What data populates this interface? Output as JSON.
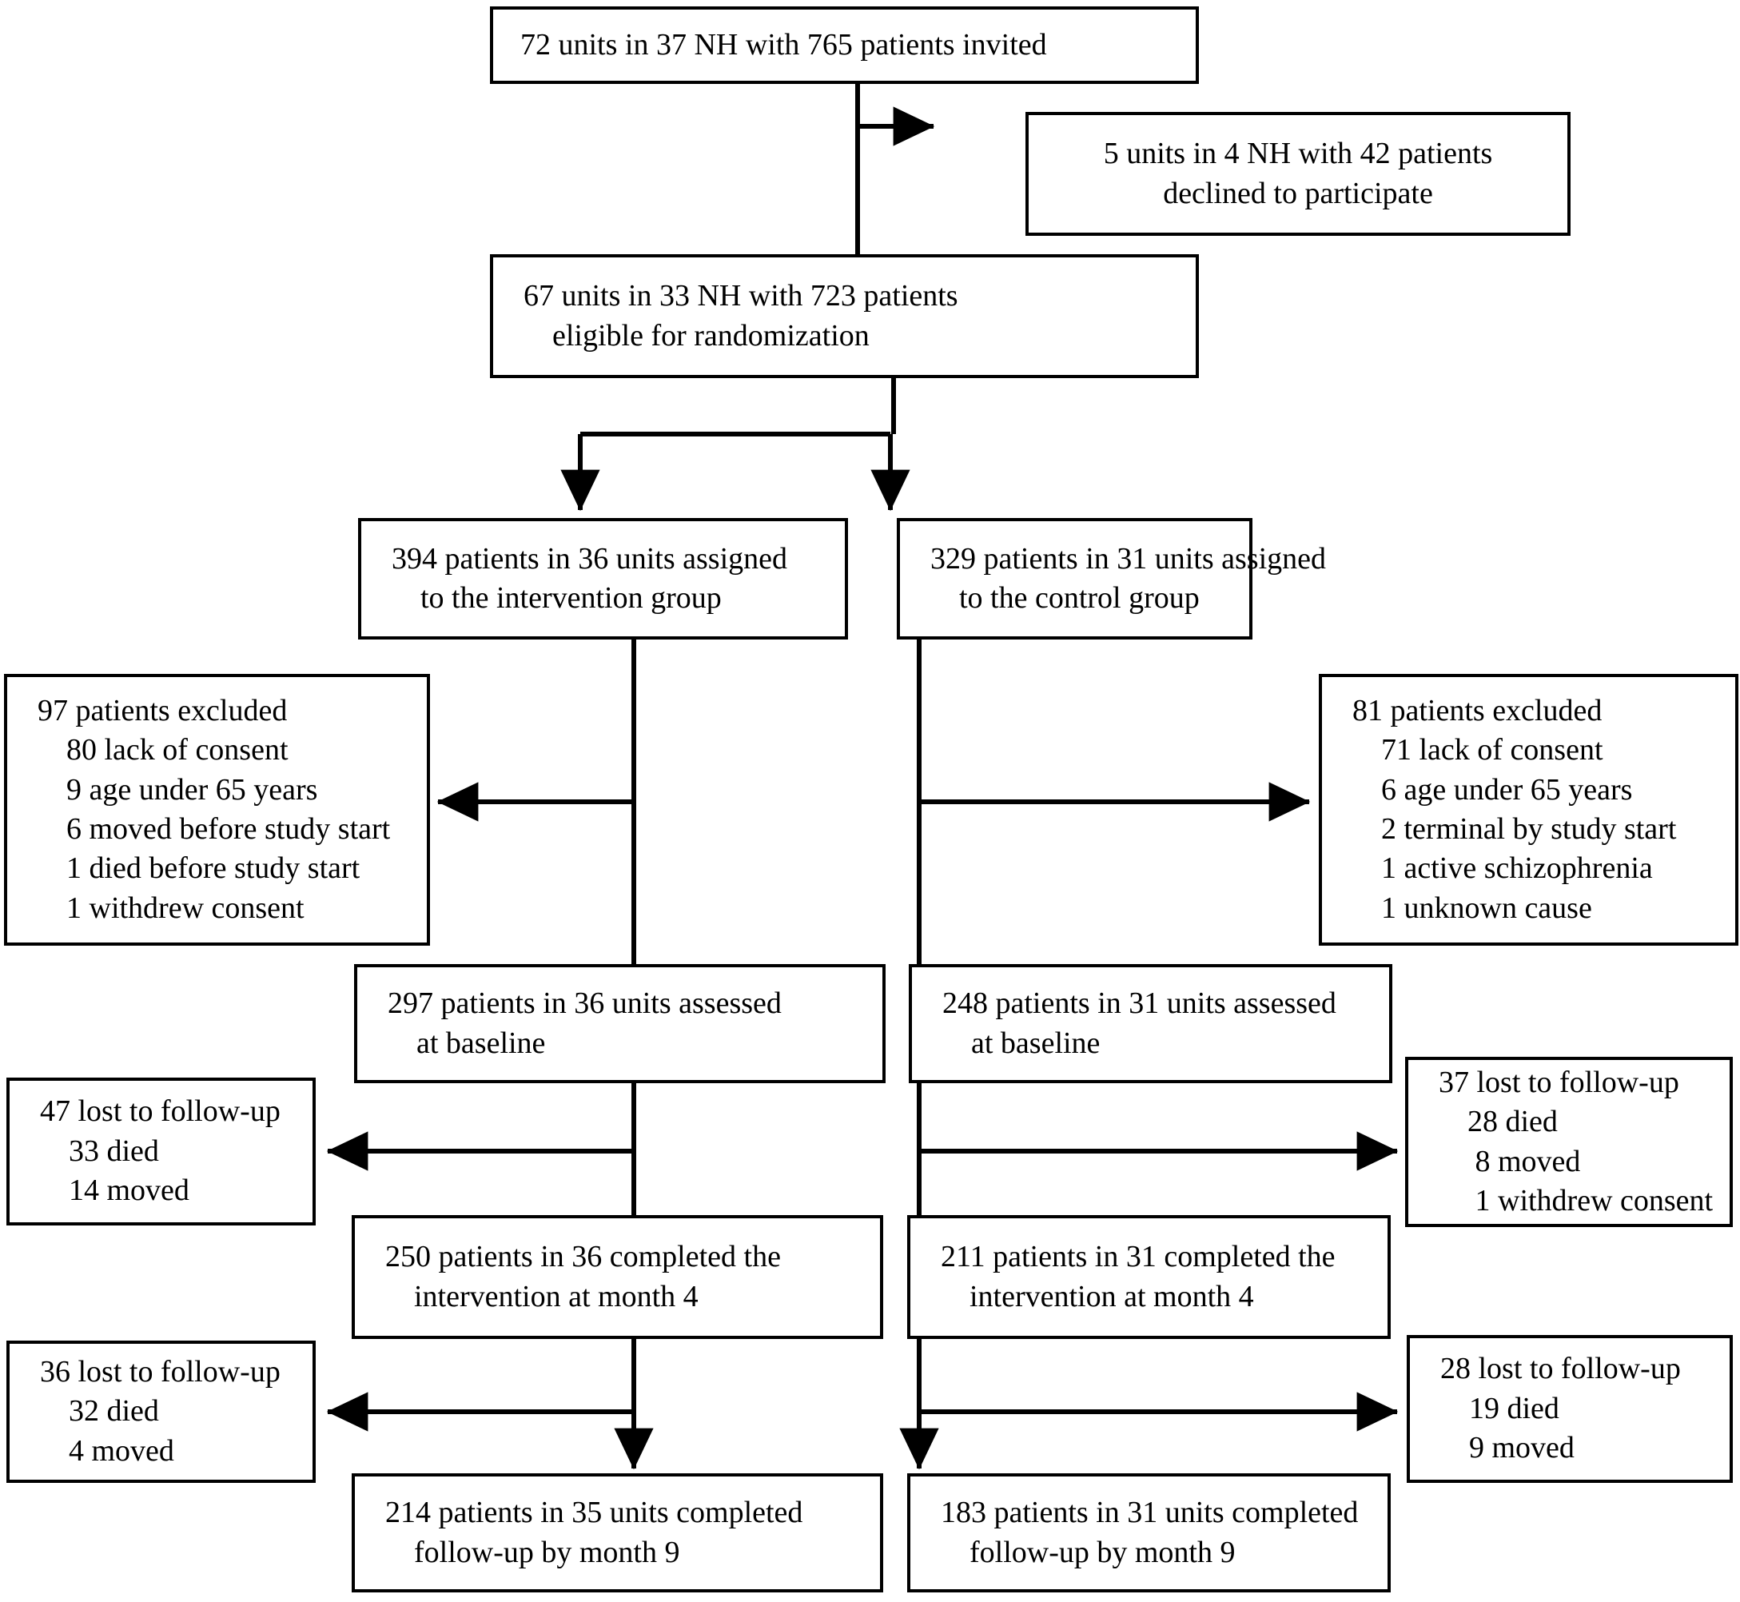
{
  "diagram": {
    "type": "consort-flow-diagram",
    "stroke_color": "#000000",
    "background_color": "#ffffff",
    "nodes": {
      "invited": {
        "lines": [
          "72 units in 37 NH with 765 patients invited"
        ]
      },
      "declined": {
        "lines": [
          "5 units in 4 NH with 42 patients",
          "declined to participate"
        ]
      },
      "eligible": {
        "lines": [
          "67 units in 33 NH with 723 patients",
          "eligible for randomization"
        ]
      },
      "assigned_intervention": {
        "lines": [
          "394 patients in 36 units assigned",
          "to the intervention group"
        ]
      },
      "assigned_control": {
        "lines": [
          "329 patients in 31 units assigned",
          "to the control group"
        ]
      },
      "excluded_intervention": {
        "header": "97 patients excluded",
        "items": [
          "80 lack of consent",
          "9 age under 65 years",
          "6 moved before study start",
          "1 died before study start",
          "1 withdrew consent"
        ]
      },
      "excluded_control": {
        "header": "81 patients excluded",
        "items": [
          "71 lack of consent",
          "6 age under 65 years",
          "2 terminal by study start",
          "1 active schizophrenia",
          "1 unknown cause"
        ]
      },
      "baseline_intervention": {
        "lines": [
          "297 patients in 36 units assessed",
          "at baseline"
        ]
      },
      "baseline_control": {
        "lines": [
          "248 patients in 31 units assessed",
          "at baseline"
        ]
      },
      "lost1_intervention": {
        "header": "47 lost to follow-up",
        "items": [
          "33 died",
          "14 moved"
        ]
      },
      "lost1_control": {
        "header": "37 lost to follow-up",
        "items": [
          "28 died",
          " 8 moved",
          " 1 withdrew consent"
        ]
      },
      "month4_intervention": {
        "lines": [
          "250 patients in 36 completed the",
          "intervention at month 4"
        ]
      },
      "month4_control": {
        "lines": [
          "211 patients in 31 completed the",
          "intervention at month 4"
        ]
      },
      "lost2_intervention": {
        "header": "36 lost to follow-up",
        "items": [
          "32 died",
          "4 moved"
        ]
      },
      "lost2_control": {
        "header": "28 lost to follow-up",
        "items": [
          "19 died",
          "9 moved"
        ]
      },
      "month9_intervention": {
        "lines": [
          "214 patients in 35 units completed",
          "follow-up by month 9"
        ]
      },
      "month9_control": {
        "lines": [
          "183 patients in 31 units completed",
          "follow-up by month 9"
        ]
      }
    }
  }
}
